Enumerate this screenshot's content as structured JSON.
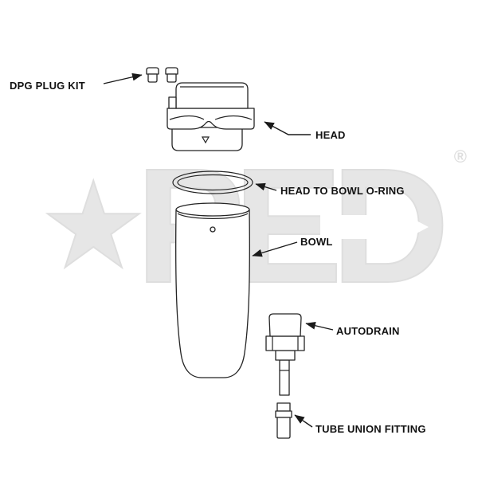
{
  "watermark": {
    "brand": "PED",
    "star": "★",
    "registered": "®"
  },
  "diagram": {
    "labels": {
      "dpg_plug_kit": "DPG PLUG KIT",
      "head": "HEAD",
      "o_ring": "HEAD TO BOWL O-RING",
      "bowl": "BOWL",
      "autodrain": "AUTODRAIN",
      "tube_union": "TUBE UNION FITTING"
    }
  },
  "colors": {
    "line": "#242424",
    "label_text": "#111111",
    "watermark_gray": "#e6e6e6",
    "background": "#ffffff"
  }
}
